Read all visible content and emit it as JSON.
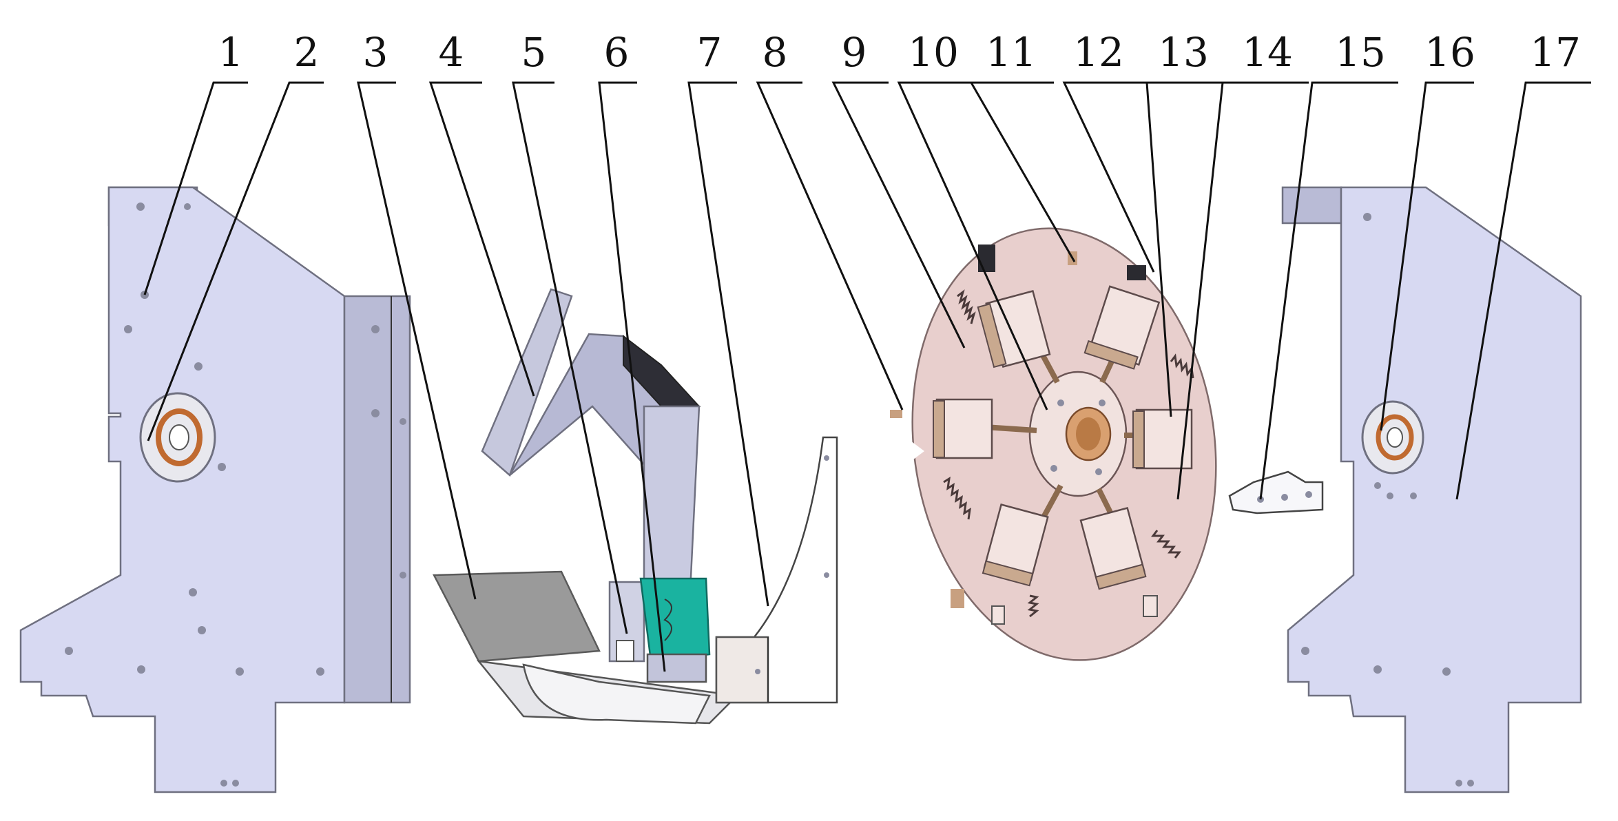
{
  "callouts": [
    "1",
    "2",
    "3",
    "4",
    "5",
    "6",
    "7",
    "8",
    "9",
    "10",
    "11",
    "12",
    "13",
    "14",
    "15",
    "16",
    "17"
  ],
  "colors": {
    "plate": "#d7d9f2",
    "disc": "#e8cfcd",
    "block": "#f3e4e1",
    "teal": "#1ab3a0",
    "copper": "#c27a3a"
  }
}
